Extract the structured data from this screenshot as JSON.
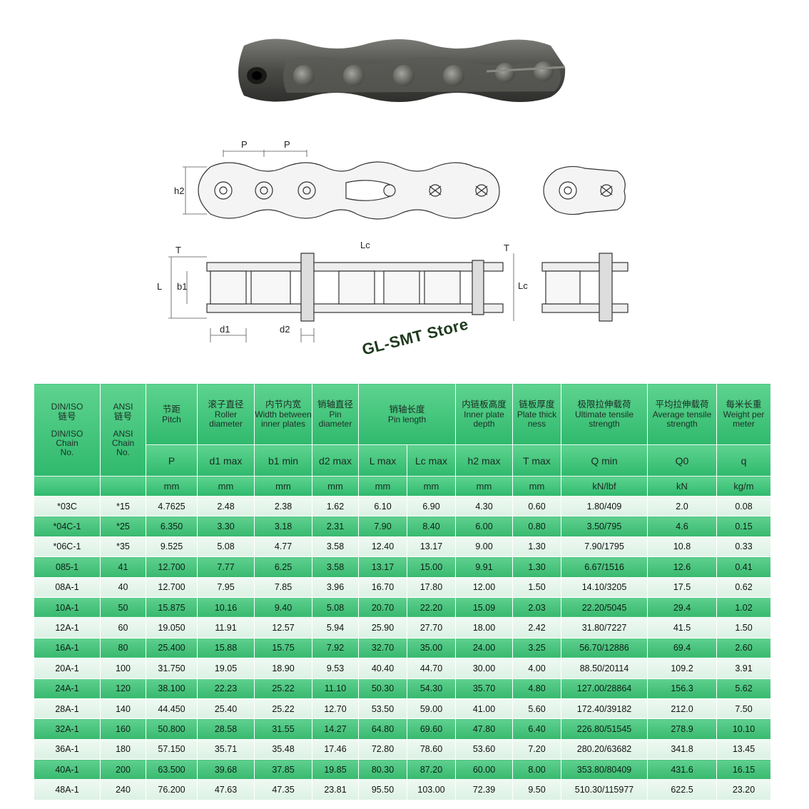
{
  "watermark": "GL-SMT Store",
  "drawing_labels": {
    "p1": "P",
    "p2": "P",
    "h2": "h2",
    "t1": "T",
    "t2": "T",
    "lc1": "Lc",
    "lc2": "Lc",
    "L": "L",
    "b1": "b1",
    "d1": "d1",
    "d2": "d2"
  },
  "header": {
    "c1_top": "DIN/ISO",
    "c1_cn": "链号",
    "c1_en1": "DIN/ISO",
    "c1_en2": "Chain",
    "c1_en3": "No.",
    "c2_top": "ANSI",
    "c2_cn": "链号",
    "c2_en1": "ANSI",
    "c2_en2": "Chain",
    "c2_en3": "No.",
    "pitch_cn": "节距",
    "pitch_en": "Pitch",
    "roller_cn": "滚子直径",
    "roller_en": "Roller diameter",
    "width_cn": "内节内宽",
    "width_en": "Width between inner plates",
    "pin_cn": "销轴直径",
    "pin_en": "Pin diameter",
    "pinlen_cn": "销轴长度",
    "pinlen_en": "Pin length",
    "depth_cn": "内链板高度",
    "depth_en": "Inner plate depth",
    "thick_cn": "链板厚度",
    "thick_en": "Plate thick ness",
    "ult_cn": "极限拉伸载荷",
    "ult_en": "Ultimate tensile strength",
    "avg_cn": "平均拉伸载荷",
    "avg_en": "Average tensile strength",
    "weight_cn": "每米长重",
    "weight_en": "Weight per meter",
    "symbols": [
      "P",
      "d1 max",
      "b1 min",
      "d2 max",
      "L max",
      "Lc max",
      "h2 max",
      "T max",
      "Q min",
      "Q0",
      "q"
    ],
    "units": [
      "mm",
      "mm",
      "mm",
      "mm",
      "mm",
      "mm",
      "mm",
      "mm",
      "kN/lbf",
      "kN",
      "kg/m"
    ]
  },
  "rows": [
    [
      "*03C",
      "*15",
      "4.7625",
      "2.48",
      "2.38",
      "1.62",
      "6.10",
      "6.90",
      "4.30",
      "0.60",
      "1.80/409",
      "2.0",
      "0.08"
    ],
    [
      "*04C-1",
      "*25",
      "6.350",
      "3.30",
      "3.18",
      "2.31",
      "7.90",
      "8.40",
      "6.00",
      "0.80",
      "3.50/795",
      "4.6",
      "0.15"
    ],
    [
      "*06C-1",
      "*35",
      "9.525",
      "5.08",
      "4.77",
      "3.58",
      "12.40",
      "13.17",
      "9.00",
      "1.30",
      "7.90/1795",
      "10.8",
      "0.33"
    ],
    [
      "085-1",
      "41",
      "12.700",
      "7.77",
      "6.25",
      "3.58",
      "13.17",
      "15.00",
      "9.91",
      "1.30",
      "6.67/1516",
      "12.6",
      "0.41"
    ],
    [
      "08A-1",
      "40",
      "12.700",
      "7.95",
      "7.85",
      "3.96",
      "16.70",
      "17.80",
      "12.00",
      "1.50",
      "14.10/3205",
      "17.5",
      "0.62"
    ],
    [
      "10A-1",
      "50",
      "15.875",
      "10.16",
      "9.40",
      "5.08",
      "20.70",
      "22.20",
      "15.09",
      "2.03",
      "22.20/5045",
      "29.4",
      "1.02"
    ],
    [
      "12A-1",
      "60",
      "19.050",
      "11.91",
      "12.57",
      "5.94",
      "25.90",
      "27.70",
      "18.00",
      "2.42",
      "31.80/7227",
      "41.5",
      "1.50"
    ],
    [
      "16A-1",
      "80",
      "25.400",
      "15.88",
      "15.75",
      "7.92",
      "32.70",
      "35.00",
      "24.00",
      "3.25",
      "56.70/12886",
      "69.4",
      "2.60"
    ],
    [
      "20A-1",
      "100",
      "31.750",
      "19.05",
      "18.90",
      "9.53",
      "40.40",
      "44.70",
      "30.00",
      "4.00",
      "88.50/20114",
      "109.2",
      "3.91"
    ],
    [
      "24A-1",
      "120",
      "38.100",
      "22.23",
      "25.22",
      "11.10",
      "50.30",
      "54.30",
      "35.70",
      "4.80",
      "127.00/28864",
      "156.3",
      "5.62"
    ],
    [
      "28A-1",
      "140",
      "44.450",
      "25.40",
      "25.22",
      "12.70",
      "53.50",
      "59.00",
      "41.00",
      "5.60",
      "172.40/39182",
      "212.0",
      "7.50"
    ],
    [
      "32A-1",
      "160",
      "50.800",
      "28.58",
      "31.55",
      "14.27",
      "64.80",
      "69.60",
      "47.80",
      "6.40",
      "226.80/51545",
      "278.9",
      "10.10"
    ],
    [
      "36A-1",
      "180",
      "57.150",
      "35.71",
      "35.48",
      "17.46",
      "72.80",
      "78.60",
      "53.60",
      "7.20",
      "280.20/63682",
      "341.8",
      "13.45"
    ],
    [
      "40A-1",
      "200",
      "63.500",
      "39.68",
      "37.85",
      "19.85",
      "80.30",
      "87.20",
      "60.00",
      "8.00",
      "353.80/80409",
      "431.6",
      "16.15"
    ],
    [
      "48A-1",
      "240",
      "76.200",
      "47.63",
      "47.35",
      "23.81",
      "95.50",
      "103.00",
      "72.39",
      "9.50",
      "510.30/115977",
      "622.5",
      "23.20"
    ]
  ]
}
